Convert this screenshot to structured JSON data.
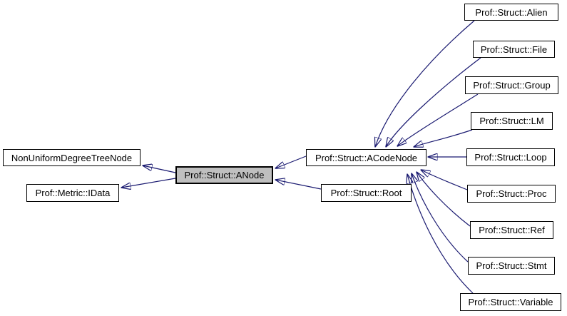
{
  "diagram": {
    "type": "inheritance-graph",
    "highlighted_node": "Prof::Struct::ANode",
    "colors": {
      "edge": "#191970",
      "node_border": "#000000",
      "node_fill": "#ffffff",
      "highlight_fill": "#bfbfbf",
      "text": "#000000",
      "background": "#ffffff"
    },
    "nodes": {
      "nonuniform": {
        "label": "NonUniformDegreeTreeNode"
      },
      "idata": {
        "label": "Prof::Metric::IData"
      },
      "anode": {
        "label": "Prof::Struct::ANode"
      },
      "acodenode": {
        "label": "Prof::Struct::ACodeNode"
      },
      "root": {
        "label": "Prof::Struct::Root"
      },
      "alien": {
        "label": "Prof::Struct::Alien"
      },
      "file": {
        "label": "Prof::Struct::File"
      },
      "group": {
        "label": "Prof::Struct::Group"
      },
      "lm": {
        "label": "Prof::Struct::LM"
      },
      "loop": {
        "label": "Prof::Struct::Loop"
      },
      "proc": {
        "label": "Prof::Struct::Proc"
      },
      "ref": {
        "label": "Prof::Struct::Ref"
      },
      "stmt": {
        "label": "Prof::Struct::Stmt"
      },
      "variable": {
        "label": "Prof::Struct::Variable"
      }
    },
    "edges": [
      {
        "from": "Prof::Struct::ANode",
        "to": "NonUniformDegreeTreeNode",
        "relation": "inherits"
      },
      {
        "from": "Prof::Struct::ANode",
        "to": "Prof::Metric::IData",
        "relation": "inherits"
      },
      {
        "from": "Prof::Struct::ACodeNode",
        "to": "Prof::Struct::ANode",
        "relation": "inherits"
      },
      {
        "from": "Prof::Struct::Root",
        "to": "Prof::Struct::ANode",
        "relation": "inherits"
      },
      {
        "from": "Prof::Struct::Alien",
        "to": "Prof::Struct::ACodeNode",
        "relation": "inherits"
      },
      {
        "from": "Prof::Struct::File",
        "to": "Prof::Struct::ACodeNode",
        "relation": "inherits"
      },
      {
        "from": "Prof::Struct::Group",
        "to": "Prof::Struct::ACodeNode",
        "relation": "inherits"
      },
      {
        "from": "Prof::Struct::LM",
        "to": "Prof::Struct::ACodeNode",
        "relation": "inherits"
      },
      {
        "from": "Prof::Struct::Loop",
        "to": "Prof::Struct::ACodeNode",
        "relation": "inherits"
      },
      {
        "from": "Prof::Struct::Proc",
        "to": "Prof::Struct::ACodeNode",
        "relation": "inherits"
      },
      {
        "from": "Prof::Struct::Ref",
        "to": "Prof::Struct::ACodeNode",
        "relation": "inherits"
      },
      {
        "from": "Prof::Struct::Stmt",
        "to": "Prof::Struct::ACodeNode",
        "relation": "inherits"
      },
      {
        "from": "Prof::Struct::Variable",
        "to": "Prof::Struct::ACodeNode",
        "relation": "inherits"
      }
    ]
  }
}
